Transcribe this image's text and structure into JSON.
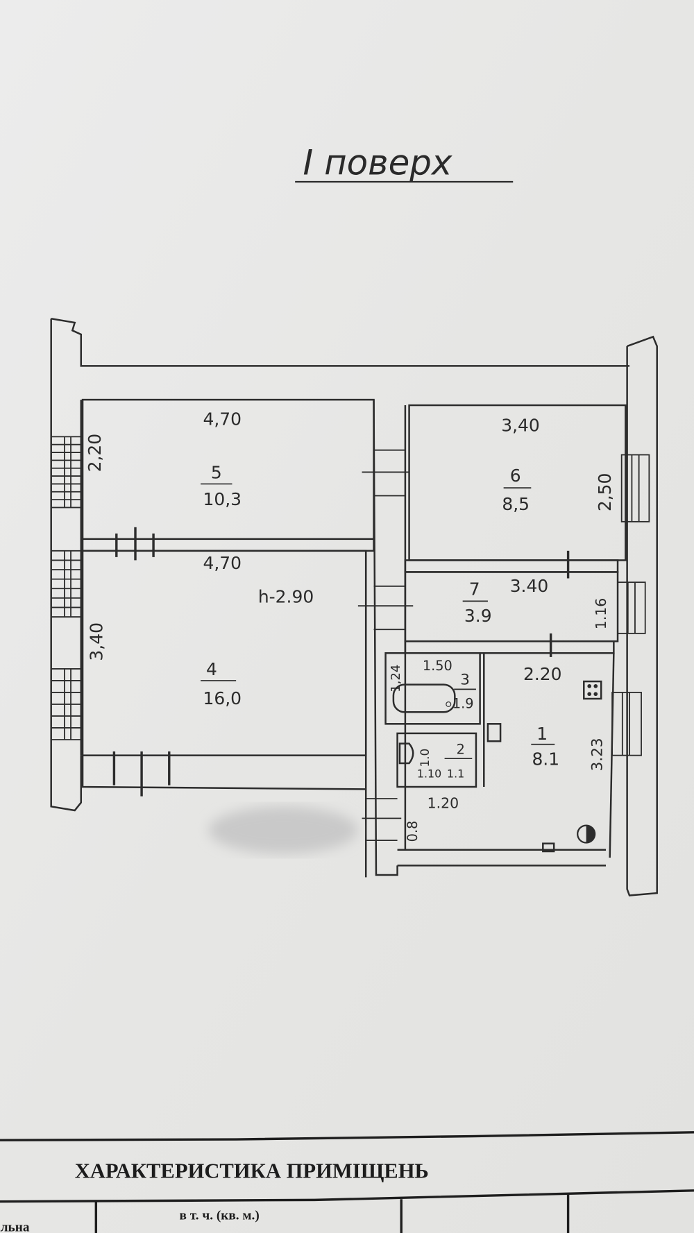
{
  "title": "I поверх",
  "rooms": {
    "r5": {
      "number": "5",
      "area": "10,3",
      "width": "4,70",
      "depth": "2,20"
    },
    "r4": {
      "number": "4",
      "area": "16,0",
      "width": "4,70",
      "depth": "3,40",
      "height": "h-2.90"
    },
    "r6": {
      "number": "6",
      "area": "8,5",
      "width": "3,40",
      "depth": "2,50"
    },
    "r7": {
      "number": "7",
      "area": "3.9",
      "width": "3.40",
      "depth": "1.16"
    },
    "r3": {
      "number": "3",
      "area": "1.9",
      "width": "1.50",
      "depth": "1,24"
    },
    "r2": {
      "number": "2",
      "area": "1.1",
      "width": "1.10",
      "depth": "1.0"
    },
    "r1": {
      "number": "1",
      "area": "8.1",
      "width": "2.20",
      "depth": "3.23",
      "extra_width": "1.20",
      "extra_depth": "0.8"
    }
  },
  "table": {
    "heading": "ХАРАКТЕРИСТИКА ПРИМІЩЕНЬ",
    "col_incl": "в т. ч. (кв. м.)",
    "col_left": "альна"
  }
}
